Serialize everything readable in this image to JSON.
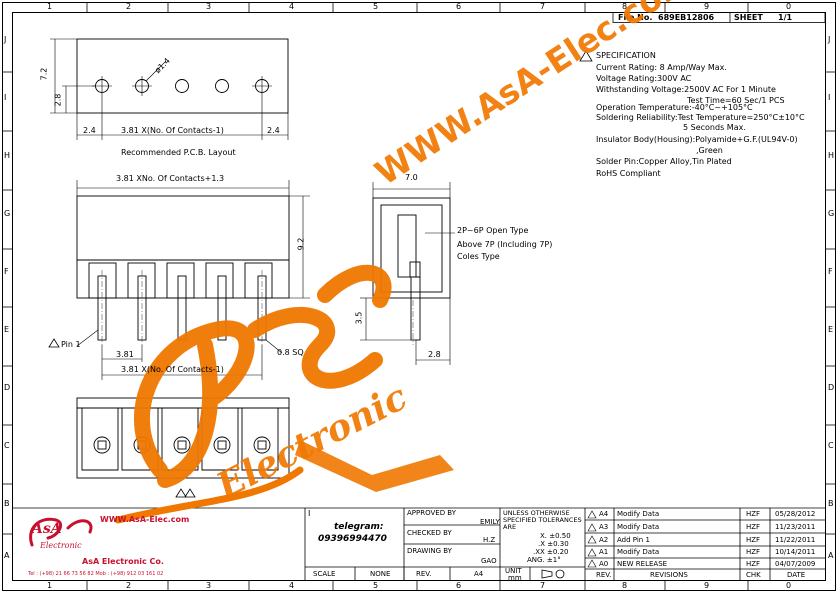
{
  "border": {
    "columns": [
      "1",
      "2",
      "3",
      "4",
      "5",
      "6",
      "7",
      "8",
      "9",
      "0"
    ],
    "rows": [
      "J",
      "I",
      "H",
      "G",
      "F",
      "E",
      "D",
      "C",
      "B",
      "A"
    ]
  },
  "header": {
    "file_label": "File No.",
    "file_no": "689EB12806",
    "sheet_label": "SHEET",
    "sheet_value": "1/1"
  },
  "spec": {
    "title": "SPECIFICATION",
    "lines": [
      "Current Rating: 8 Amp/Way Max.",
      "Voltage Rating:300V AC",
      "Withstanding Voltage:2500V AC For 1 Minute",
      "Test Time=60 Sec/1 PCS",
      "Operation Temperature:-40°C~+105°C",
      "Soldering Reliability:Test Temperature=250°C±10°C",
      "5 Seconds Max.",
      "Insulator Body(Housing):Polyamide+G.F.(UL94V-0)",
      ",Green",
      "Solder Pin:Copper Alloy,Tin Plated",
      "RoHS Compliant"
    ]
  },
  "pcb": {
    "dim_72": "7.2",
    "dim_28": "2.8",
    "dim_14": "ø1.4",
    "left_24": "2.4",
    "right_24": "2.4",
    "pitch_label": "3.81 X(No. Of Contacts-1)",
    "caption": "Recommended P.C.B. Layout"
  },
  "front": {
    "top_dim": "3.81 XNo. Of Contacts+1.3",
    "height": "9.2",
    "pin1": "Pin 1",
    "pitch": "3.81",
    "total": "3.81 X(No. Of Contacts-1)",
    "sq": "0.8 SQ"
  },
  "side": {
    "width": "7.0",
    "open_type": "2P~6P Open Type",
    "above_7p": "Above 7P (Including 7P)",
    "coles": "Coles Type",
    "dim_35": "3.5",
    "dim_28": "2.8"
  },
  "watermark": {
    "url": "WWW.AsA-Elec.com",
    "brand": "Electronic"
  },
  "company": {
    "logo_text": "AsA",
    "logo_sub": "Electronic",
    "url": "WWW.AsA-Elec.com",
    "name": "AsA Electronic Co.",
    "contact": "Tel : (+98) 21 66 73 56 82 Mob : (+98) 912 03 161 02",
    "corner_mark": "I"
  },
  "telegram": {
    "label": "telegram:",
    "number": "09396994470"
  },
  "titleblock": {
    "approved_by": "APPROVED BY",
    "approved_name": "EMILY",
    "checked_by": "CHECKED BY",
    "checked_name": "H.Z",
    "drawing_by": "DRAWING BY",
    "drawing_name": "GAO",
    "scale_label": "SCALE",
    "scale_value": "NONE",
    "rev_label": "REV.",
    "rev_value": "A4",
    "unit_label": "UNIT",
    "unit_value": "mm",
    "tolerance_header": "UNLESS OTHERWISE SPECIFIED TOLERANCES ARE",
    "tolerances": [
      "X. ±0.50",
      ".X ±0.30",
      ".XX ±0.20",
      "ANG. ±1°"
    ]
  },
  "revisions": {
    "rows": [
      {
        "rev": "A4",
        "desc": "Modify Data",
        "chk": "HZF",
        "date": "05/28/2012"
      },
      {
        "rev": "A3",
        "desc": "Modify Data",
        "chk": "HZF",
        "date": "11/23/2011"
      },
      {
        "rev": "A2",
        "desc": "Add Pin 1",
        "chk": "HZF",
        "date": "11/22/2011"
      },
      {
        "rev": "A1",
        "desc": "Modify Data",
        "chk": "HZF",
        "date": "10/14/2011"
      },
      {
        "rev": "A0",
        "desc": "NEW RELEASE",
        "chk": "HZF",
        "date": "04/07/2009"
      }
    ],
    "head_rev": "REV.",
    "head_desc": "REVISIONS",
    "head_chk": "CHK",
    "head_date": "DATE"
  },
  "colors": {
    "line": "#000000",
    "watermark": "#f07800",
    "logo_red": "#c8102e"
  }
}
